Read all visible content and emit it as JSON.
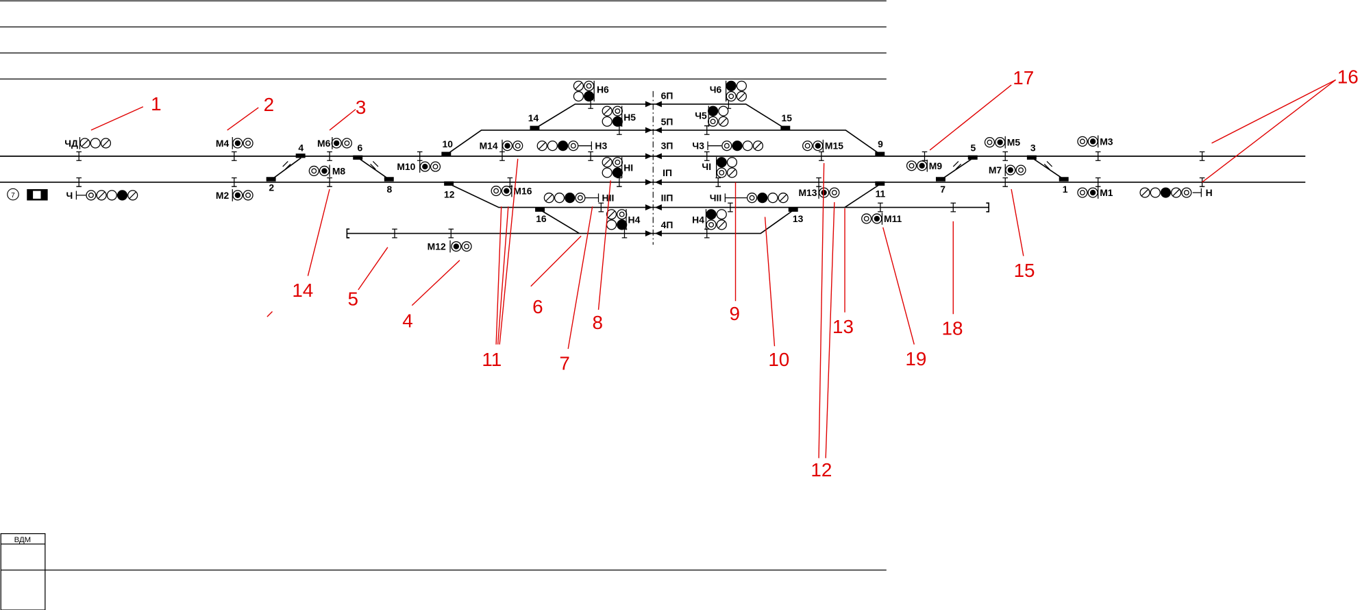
{
  "stamp": {
    "label": "ВДМ"
  },
  "legend": {
    "circle_number": "7"
  },
  "colors": {
    "track": "#000000",
    "callout": "#e00000",
    "background": "#ffffff"
  },
  "track_labels": [
    "6П",
    "5П",
    "3П",
    "IП",
    "IIП",
    "4П"
  ],
  "switches": [
    "1",
    "2",
    "3",
    "4",
    "5",
    "6",
    "7",
    "8",
    "9",
    "10",
    "11",
    "12",
    "13",
    "14",
    "15",
    "16"
  ],
  "signals": [
    {
      "name": "ЧД",
      "lamps": [
        "s",
        "o",
        "s"
      ]
    },
    {
      "name": "Ч",
      "lamps": [
        "d",
        "s",
        "o",
        "f",
        "s"
      ]
    },
    {
      "name": "М4",
      "lamps": [
        "fd",
        "d"
      ]
    },
    {
      "name": "М2",
      "lamps": [
        "fd",
        "d"
      ]
    },
    {
      "name": "М6",
      "lamps": [
        "fd",
        "d"
      ]
    },
    {
      "name": "М8",
      "lamps": [
        "d",
        "fd"
      ]
    },
    {
      "name": "М10",
      "lamps": [
        "fd",
        "d"
      ]
    },
    {
      "name": "М12",
      "lamps": [
        "fd",
        "d"
      ]
    },
    {
      "name": "М14",
      "lamps": [
        "fd",
        "d"
      ]
    },
    {
      "name": "Н3",
      "lamps": [
        "s",
        "o",
        "f",
        "d"
      ]
    },
    {
      "name": "М16",
      "lamps": [
        "d",
        "fd"
      ]
    },
    {
      "name": "НII",
      "lamps": [
        "s",
        "o",
        "f",
        "d"
      ]
    },
    {
      "name": "Н6",
      "lamps": [
        "s",
        "d",
        "o",
        "f"
      ]
    },
    {
      "name": "Н5",
      "lamps": [
        "s",
        "d",
        "o",
        "f"
      ]
    },
    {
      "name": "НI",
      "lamps": [
        "s",
        "d",
        "o",
        "f"
      ]
    },
    {
      "name": "Н4",
      "lamps": [
        "s",
        "d",
        "o",
        "f"
      ]
    },
    {
      "name": "Ч6",
      "lamps": [
        "f",
        "o",
        "d",
        "s"
      ]
    },
    {
      "name": "Ч5",
      "lamps": [
        "f",
        "o",
        "d",
        "s"
      ]
    },
    {
      "name": "Ч3",
      "lamps": [
        "d",
        "f",
        "o",
        "s"
      ]
    },
    {
      "name": "ЧI",
      "lamps": [
        "f",
        "o",
        "d",
        "s"
      ]
    },
    {
      "name": "ЧII",
      "lamps": [
        "d",
        "f",
        "o",
        "s"
      ]
    },
    {
      "name": "Н4",
      "lamps": [
        "f",
        "o",
        "d",
        "s"
      ]
    },
    {
      "name": "М15",
      "lamps": [
        "d",
        "fd"
      ]
    },
    {
      "name": "М13",
      "lamps": [
        "fd",
        "d"
      ]
    },
    {
      "name": "М9",
      "lamps": [
        "d",
        "fd"
      ]
    },
    {
      "name": "М11",
      "lamps": [
        "d",
        "fd"
      ]
    },
    {
      "name": "М5",
      "lamps": [
        "d",
        "fd"
      ]
    },
    {
      "name": "М7",
      "lamps": [
        "fd",
        "d"
      ]
    },
    {
      "name": "М3",
      "lamps": [
        "d",
        "fd"
      ]
    },
    {
      "name": "М1",
      "lamps": [
        "d",
        "fd"
      ]
    },
    {
      "name": "Н",
      "lamps": [
        "s",
        "o",
        "f",
        "s",
        "d"
      ]
    }
  ],
  "callouts": [
    "1",
    "2",
    "3",
    "4",
    "5",
    "6",
    "7",
    "8",
    "9",
    "10",
    "11",
    "12",
    "13",
    "14",
    "15",
    "16",
    "17",
    "18",
    "19"
  ]
}
